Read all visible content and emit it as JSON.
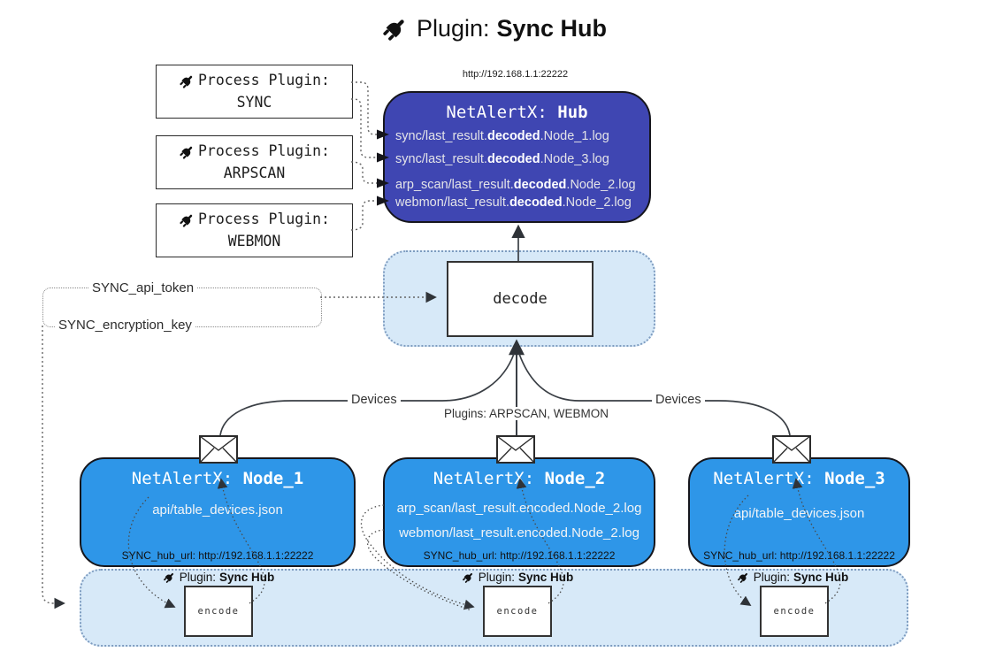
{
  "title": {
    "icon": "plug-icon",
    "prefix": "Plugin:",
    "bold": "Sync Hub"
  },
  "hub": {
    "url": "http://192.168.1.1:22222",
    "title_prefix": "NetAlertX: ",
    "title_bold": "Hub",
    "logs": [
      {
        "pre": "sync/last_result.",
        "bold": "decoded",
        "post": ".Node_1.log"
      },
      {
        "pre": "sync/last_result.",
        "bold": "decoded",
        "post": ".Node_3.log"
      },
      {
        "pre": "arp_scan/last_result.",
        "bold": "decoded",
        "post": ".Node_2.log"
      },
      {
        "pre": "webmon/last_result.",
        "bold": "decoded",
        "post": ".Node_2.log"
      }
    ]
  },
  "process_plugins": [
    {
      "title": "Process Plugin:",
      "name": "SYNC"
    },
    {
      "title": "Process Plugin:",
      "name": "ARPSCAN"
    },
    {
      "title": "Process Plugin:",
      "name": "WEBMON"
    }
  ],
  "decode": {
    "label": "decode"
  },
  "settings": {
    "api_token": "SYNC_api_token",
    "encryption_key": "SYNC_encryption_key"
  },
  "edges": {
    "devices_left": "Devices",
    "devices_right": "Devices",
    "plugins": "Plugins: ARPSCAN, WEBMON"
  },
  "nodes": [
    {
      "title_prefix": "NetAlertX: ",
      "title_bold": "Node_1",
      "files": [
        "api/table_devices.json"
      ],
      "hub_url": "SYNC_hub_url: http://192.168.1.1:22222"
    },
    {
      "title_prefix": "NetAlertX: ",
      "title_bold": "Node_2",
      "files": [
        "arp_scan/last_result.encoded.Node_2.log",
        "webmon/last_result.encoded.Node_2.log"
      ],
      "hub_url": "SYNC_hub_url: http://192.168.1.1:22222"
    },
    {
      "title_prefix": "NetAlertX: ",
      "title_bold": "Node_3",
      "files": [
        "api/table_devices.json"
      ],
      "hub_url": "SYNC_hub_url: http://192.168.1.1:22222"
    }
  ],
  "band": {
    "label_prefix": "Plugin:",
    "label_bold": "Sync Hub",
    "encode_label": "encode"
  },
  "colors": {
    "hub_bg": "#3F46B2",
    "node_bg": "#2E96E8",
    "panel_bg": "#D7E9F8",
    "panel_border": "#7E9CC0",
    "envelope_icon": "envelope-icon"
  }
}
